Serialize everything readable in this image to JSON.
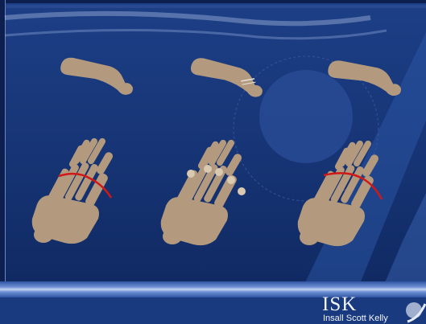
{
  "slide": {
    "colors": {
      "background": "#173576",
      "bone": "#b39a7e",
      "cut_line": "#d11818",
      "footer_band": "#c3d3f2"
    },
    "panels": [
      {
        "name": "normal",
        "bones": [
          "foot-outline",
          "metatarsal-lateral"
        ],
        "has_cut_line": true
      },
      {
        "name": "fracture",
        "bones": [
          "foot-outline",
          "metatarsal-lateral-fractured"
        ],
        "has_cut_line": false
      },
      {
        "name": "repaired",
        "bones": [
          "foot-outline",
          "metatarsal-lateral"
        ],
        "has_cut_line": true
      }
    ]
  },
  "logo": {
    "mark": "ISK",
    "sub": "Insall Scott Kelly"
  }
}
